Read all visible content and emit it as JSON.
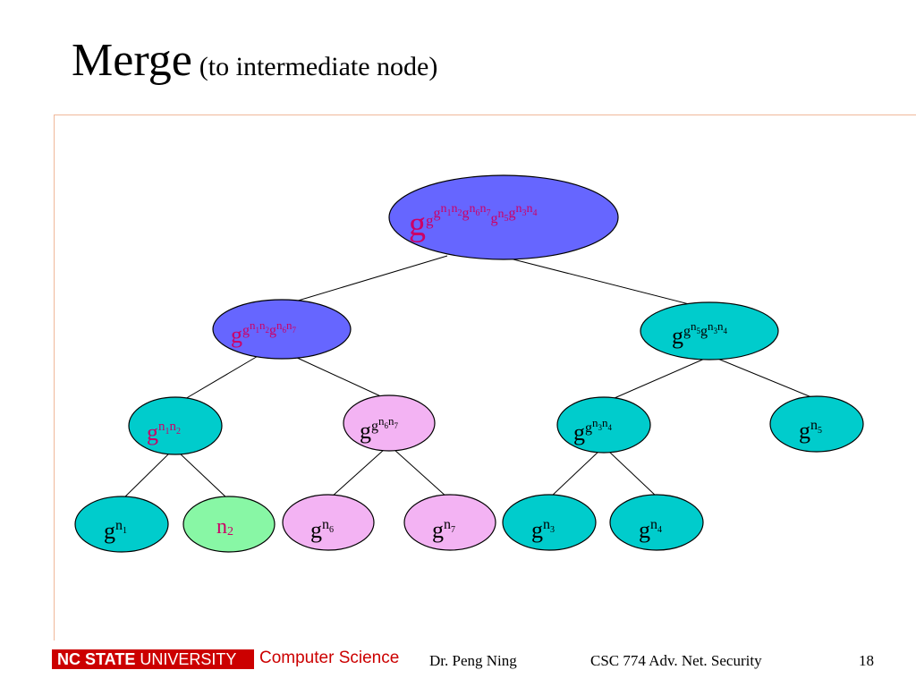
{
  "slide": {
    "title": "Merge",
    "subtitle": "(to intermediate node)"
  },
  "colors": {
    "blue_node": "#6666ff",
    "teal_node": "#00cccc",
    "pink_node": "#f3b3f3",
    "green_node": "#88f7a5",
    "magenta_text": "#cc0066",
    "logo_red": "#cc0000"
  },
  "tree": {
    "nodes": [
      {
        "id": "root",
        "fill": "blue_node",
        "label": "g^{g^{g^{n1n2}g^{n6n7}}g^{n5g^{n3n4}}}"
      },
      {
        "id": "left-mid",
        "fill": "blue_node",
        "label": "g^{g^{n1n2}g^{n6n7}}"
      },
      {
        "id": "right-mid",
        "fill": "teal_node",
        "label": "g^{g^{n5}g^{n3n4}}"
      },
      {
        "id": "n1n2",
        "fill": "teal_node",
        "label": "g^{n1n2}"
      },
      {
        "id": "n6n7",
        "fill": "pink_node",
        "label": "g^{g^{n6n7}}"
      },
      {
        "id": "n3n4",
        "fill": "teal_node",
        "label": "g^{g^{n3n4}}"
      },
      {
        "id": "n5",
        "fill": "teal_node",
        "label": "g^{n5}"
      },
      {
        "id": "leaf-n1",
        "fill": "teal_node",
        "label": "g^{n1}"
      },
      {
        "id": "leaf-n2",
        "fill": "green_node",
        "label": "n2"
      },
      {
        "id": "leaf-n6",
        "fill": "pink_node",
        "label": "g^{n6}"
      },
      {
        "id": "leaf-n7",
        "fill": "pink_node",
        "label": "g^{n7}"
      },
      {
        "id": "leaf-n3",
        "fill": "teal_node",
        "label": "g^{n3}"
      },
      {
        "id": "leaf-n4",
        "fill": "teal_node",
        "label": "g^{n4}"
      }
    ],
    "edges": [
      [
        "root",
        "left-mid"
      ],
      [
        "root",
        "right-mid"
      ],
      [
        "left-mid",
        "n1n2"
      ],
      [
        "left-mid",
        "n6n7"
      ],
      [
        "right-mid",
        "n3n4"
      ],
      [
        "right-mid",
        "n5"
      ],
      [
        "n1n2",
        "leaf-n1"
      ],
      [
        "n1n2",
        "leaf-n2"
      ],
      [
        "n6n7",
        "leaf-n6"
      ],
      [
        "n6n7",
        "leaf-n7"
      ],
      [
        "n3n4",
        "leaf-n3"
      ],
      [
        "n3n4",
        "leaf-n4"
      ]
    ],
    "glyphs": {
      "g": "g",
      "n": "n",
      "s1": "1",
      "s2": "2",
      "s3": "3",
      "s4": "4",
      "s5": "5",
      "s6": "6",
      "s7": "7"
    }
  },
  "footer": {
    "logo_bold": "NC STATE",
    "logo_light": " UNIVERSITY",
    "department": "Computer Science",
    "author": "Dr. Peng Ning",
    "course": "CSC 774 Adv. Net. Security",
    "page_number": "18"
  }
}
